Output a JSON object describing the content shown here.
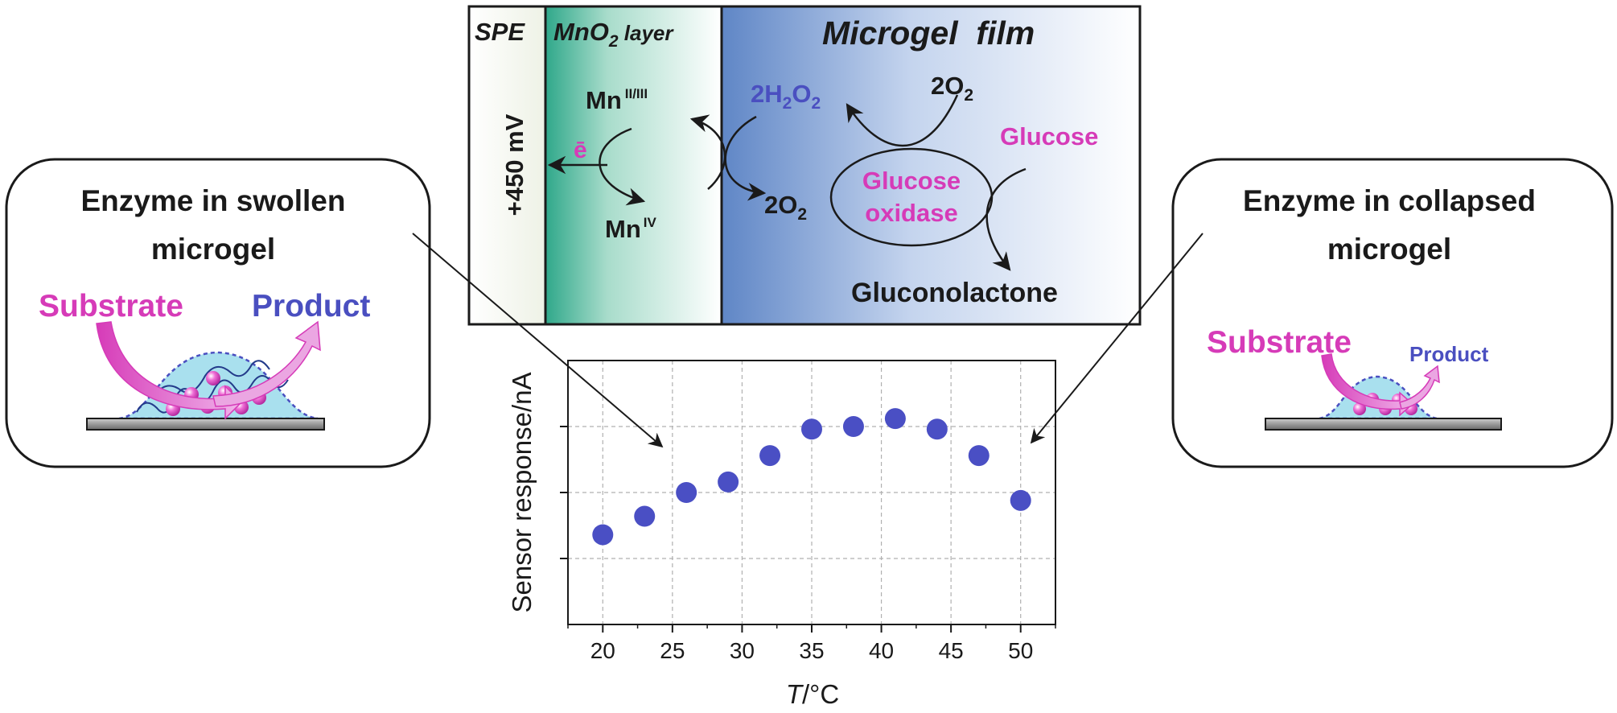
{
  "top_panel": {
    "spe_label": "SPE",
    "mno2_label_main": "MnO",
    "mno2_label_sub": "2",
    "mno2_label_tail": " layer",
    "microgel_label": "Microgel  film",
    "potential": "+450 mV",
    "mn_23": "Mn",
    "mn_23_sup": "II/III",
    "mn_4": "Mn",
    "mn_4_sup": "IV",
    "electron": "ē",
    "h2o2_a": "2H",
    "h2o2_b": "2",
    "h2o2_c": "O",
    "h2o2_d": "2",
    "o2_top_a": "2O",
    "o2_top_b": "2",
    "o2_mid_a": "2O",
    "o2_mid_b": "2",
    "glucose": "Glucose",
    "enzyme_line1": "Glucose",
    "enzyme_line2": "oxidase",
    "gluconolactone": "Gluconolactone"
  },
  "left_box": {
    "title_line1": "Enzyme in swollen",
    "title_line2": "microgel",
    "substrate": "Substrate",
    "product": "Product"
  },
  "right_box": {
    "title_line1": "Enzyme in collapsed",
    "title_line2": "microgel",
    "substrate": "Substrate",
    "product": "Product"
  },
  "colors": {
    "magenta": "#d63bb8",
    "blue": "#4a4fc0",
    "point": "#4a4fc4",
    "mno2_green": "#2fa88a",
    "film_blue": "#5f86c6"
  },
  "chart_data": {
    "type": "scatter",
    "xlabel_italic": "T",
    "xlabel_rest": "/°C",
    "ylabel": "Sensor response/nA",
    "xticks": [
      "20",
      "25",
      "30",
      "35",
      "40",
      "45",
      "50"
    ],
    "xlim": [
      17.5,
      52.5
    ],
    "ylim": [
      0,
      1
    ],
    "grid": true,
    "series": [
      {
        "x": [
          20,
          23,
          26,
          29,
          32,
          35,
          38,
          41,
          44,
          47,
          50
        ],
        "y": [
          0.34,
          0.41,
          0.5,
          0.54,
          0.64,
          0.74,
          0.75,
          0.78,
          0.74,
          0.64,
          0.47
        ]
      }
    ]
  }
}
